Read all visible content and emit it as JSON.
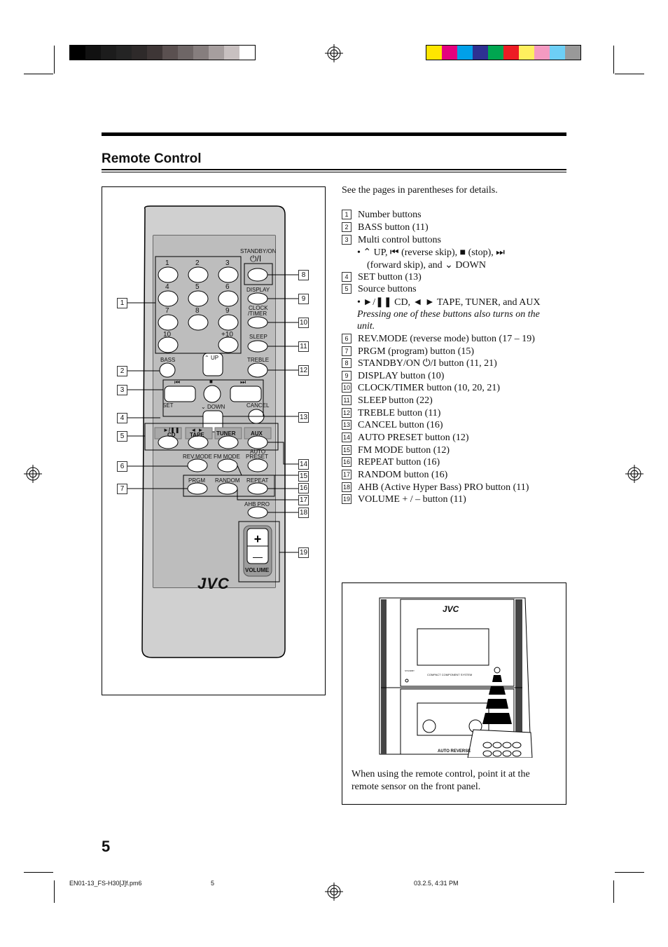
{
  "header": {
    "gray_swatches": [
      "#000000",
      "#111111",
      "#1c1c1c",
      "#242424",
      "#2e2a2a",
      "#3e3636",
      "#5a5050",
      "#6e6666",
      "#867e7e",
      "#a69e9e",
      "#c8c0c0",
      "#ffffff"
    ],
    "color_swatches": [
      "#ffe600",
      "#e5007e",
      "#00a0e9",
      "#2e3192",
      "#00a650",
      "#ed1c24",
      "#ffef5e",
      "#f49ac1",
      "#6dcff6",
      "#999999"
    ]
  },
  "section": {
    "title": "Remote Control"
  },
  "remote": {
    "labels": {
      "standby": "STANDBY/ON",
      "display": "DISPLAY",
      "clock_timer_1": "CLOCK",
      "clock_timer_2": "/TIMER",
      "sleep": "SLEEP",
      "bass": "BASS",
      "treble": "TREBLE",
      "up": "UP",
      "down": "DOWN",
      "set": "SET",
      "cancel": "CANCEL",
      "cd": "CD",
      "tape": "TAPE",
      "tuner": "TUNER",
      "aux": "AUX",
      "auto_preset_1": "AUTO",
      "auto_preset_2": "PRESET",
      "rev_mode": "REV.MODE",
      "fm_mode": "FM MODE",
      "prgm": "PRGM",
      "random": "RANDOM",
      "repeat": "REPEAT",
      "ahb_pro": "AHB PRO",
      "volume": "VOLUME",
      "brand": "JVC"
    },
    "number_keys": [
      "1",
      "2",
      "3",
      "4",
      "5",
      "6",
      "7",
      "8",
      "9",
      "10",
      "+10"
    ],
    "callouts_left": [
      "1",
      "2",
      "3",
      "4",
      "5",
      "6",
      "7"
    ],
    "callouts_right": [
      "8",
      "9",
      "10",
      "11",
      "12",
      "13",
      "14",
      "15",
      "16",
      "17",
      "18",
      "19"
    ]
  },
  "description": {
    "intro": "See the pages in parentheses for details.",
    "items": [
      {
        "n": "1",
        "text": "Number buttons"
      },
      {
        "n": "2",
        "text": "BASS button (11)"
      },
      {
        "n": "3",
        "text": "Multi control buttons"
      },
      {
        "n": "4",
        "text": "SET button (13)"
      },
      {
        "n": "5",
        "text": "Source buttons"
      },
      {
        "n": "6",
        "text": "REV.MODE (reverse mode) button (17 – 19)"
      },
      {
        "n": "7",
        "text": "PRGM (program) button (15)"
      },
      {
        "n": "8",
        "text": "STANDBY/ON ⏻/I button (11, 21)"
      },
      {
        "n": "9",
        "text": "DISPLAY button (10)"
      },
      {
        "n": "10",
        "text": "CLOCK/TIMER button (10, 20, 21)"
      },
      {
        "n": "11",
        "text": "SLEEP button (22)"
      },
      {
        "n": "12",
        "text": "TREBLE button (11)"
      },
      {
        "n": "13",
        "text": "CANCEL button (16)"
      },
      {
        "n": "14",
        "text": "AUTO PRESET button (12)"
      },
      {
        "n": "15",
        "text": "FM MODE button (12)"
      },
      {
        "n": "16",
        "text": "REPEAT button (16)"
      },
      {
        "n": "17",
        "text": "RANDOM button (16)"
      },
      {
        "n": "18",
        "text": "AHB (Active Hyper Bass) PRO button (11)"
      },
      {
        "n": "19",
        "text": "VOLUME + / – button (11)"
      }
    ],
    "multi_line1": "• ⌃ UP, ⏮ (reverse skip), ■ (stop), ⏭",
    "multi_line2": "(forward skip), and ⌄ DOWN",
    "source_line": "• ►/❚❚ CD, ◄ ► TAPE, TUNER, and AUX",
    "note_line1": "Pressing one of these buttons also turns on the",
    "note_line2": "unit."
  },
  "unit": {
    "brand": "JVC",
    "panel_text": "COMPACT COMPONENT SYSTEM",
    "standby_text": "STANDBY",
    "deck_text": "AUTO REVERSE",
    "caption": "When using the remote control, point it at the remote sensor on the front panel."
  },
  "page": {
    "number": "5"
  },
  "footer": {
    "file": "EN01-13_FS-H30[J]f.pm6",
    "page": "5",
    "date": "03.2.5, 4:31 PM"
  }
}
